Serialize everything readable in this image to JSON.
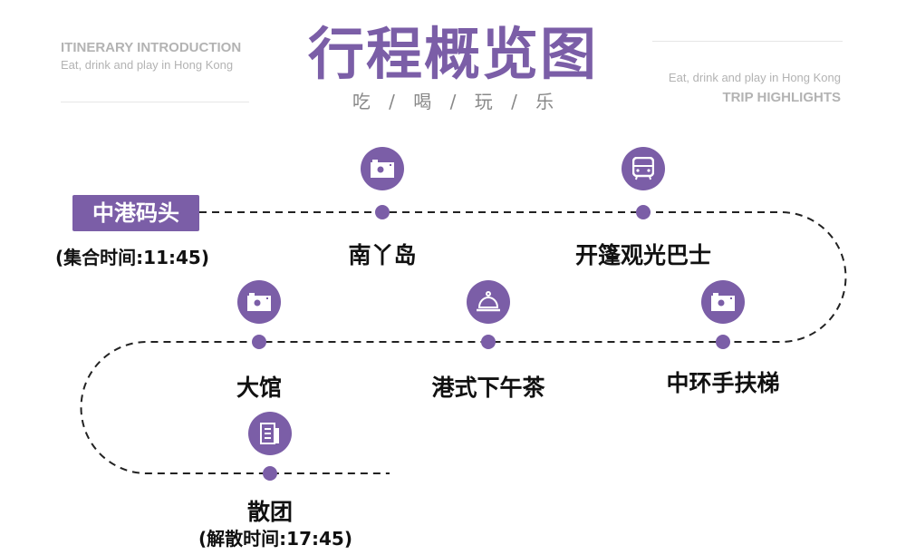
{
  "header": {
    "left_title": "ITINERARY INTRODUCTION",
    "left_sub": "Eat, drink and play in Hong Kong",
    "main_title": "行程概览图",
    "subtitle": "吃 / 喝 / 玩 / 乐",
    "right_sub": "Eat, drink and play in Hong Kong",
    "right_title": "TRIP HIGHLIGHTS"
  },
  "start": {
    "label": "中港码头",
    "note": "(集合时间:11:45)"
  },
  "stops": [
    {
      "label": "南丫岛",
      "icon": "camera-icon"
    },
    {
      "label": "开篷观光巴士",
      "icon": "bus-icon"
    },
    {
      "label": "中环手扶梯",
      "icon": "camera-icon"
    },
    {
      "label": "港式下午茶",
      "icon": "food-cloche-icon"
    },
    {
      "label": "大馆",
      "icon": "camera-icon"
    },
    {
      "label": "散团",
      "icon": "document-icon"
    }
  ],
  "end": {
    "note": "(解散时间:17:45)"
  },
  "colors": {
    "accent": "#7b5ea7"
  }
}
